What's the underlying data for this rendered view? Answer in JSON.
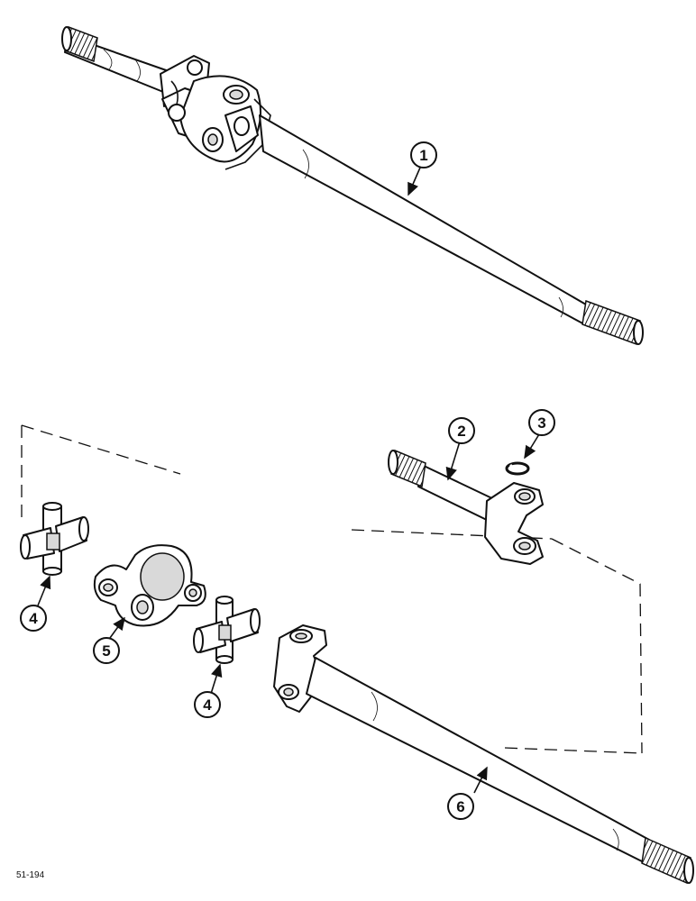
{
  "figure": {
    "code": "51-194"
  },
  "callouts": [
    {
      "id": "c1",
      "label": "1"
    },
    {
      "id": "c2",
      "label": "2"
    },
    {
      "id": "c3",
      "label": "3"
    },
    {
      "id": "c4a",
      "label": "4"
    },
    {
      "id": "c5",
      "label": "5"
    },
    {
      "id": "c4b",
      "label": "4"
    },
    {
      "id": "c6",
      "label": "6"
    }
  ]
}
